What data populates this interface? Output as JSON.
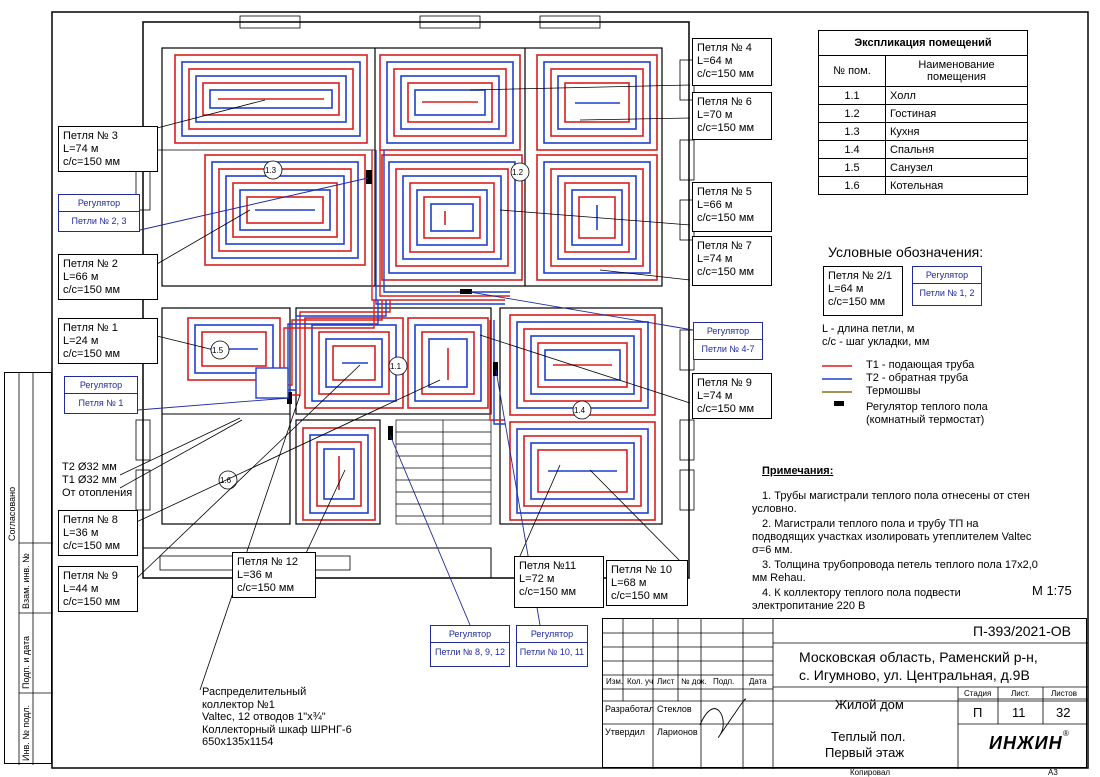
{
  "loops": [
    {
      "id": "l3",
      "title": "Петля № 3",
      "len": "L=74 м",
      "step": "с/с=150 мм"
    },
    {
      "id": "l2",
      "title": "Петля № 2",
      "len": "L=66 м",
      "step": "с/с=150 мм"
    },
    {
      "id": "l1",
      "title": "Петля № 1",
      "len": "L=24 м",
      "step": "с/с=150 мм"
    },
    {
      "id": "l8",
      "title": "Петля № 8",
      "len": "L=36 м",
      "step": "с/с=150 мм"
    },
    {
      "id": "l9a",
      "title": "Петля № 9",
      "len": "L=44 м",
      "step": "с/с=150 мм"
    },
    {
      "id": "l12",
      "title": "Петля № 12",
      "len": "L=36 м",
      "step": "с/с=150 мм"
    },
    {
      "id": "l11",
      "title": "Петля №11",
      "len": "L=72 м",
      "step": "с/с=150 мм"
    },
    {
      "id": "l10",
      "title": "Петля № 10",
      "len": "L=68 м",
      "step": "с/с=150 мм"
    },
    {
      "id": "l9b",
      "title": "Петля № 9",
      "len": "L=74 м",
      "step": "с/с=150 мм"
    },
    {
      "id": "l7",
      "title": "Петля № 7",
      "len": "L=74 м",
      "step": "с/с=150 мм"
    },
    {
      "id": "l5",
      "title": "Петля № 5",
      "len": "L=66 м",
      "step": "с/с=150 мм"
    },
    {
      "id": "l6",
      "title": "Петля № 6",
      "len": "L=70 м",
      "step": "с/с=150 мм"
    },
    {
      "id": "l4",
      "title": "Петля № 4",
      "len": "L=64 м",
      "step": "с/с=150 мм"
    }
  ],
  "regulators": {
    "r23": {
      "top": "Регулятор",
      "bottom": "Петли № 2, 3"
    },
    "r1": {
      "top": "Регулятор",
      "bottom": "Петля № 1"
    },
    "r47": {
      "top": "Регулятор",
      "bottom": "Петли № 4-7"
    },
    "r8912": {
      "top": "Регулятор",
      "bottom": "Петли № 8, 9, 12"
    },
    "r1011": {
      "top": "Регулятор",
      "bottom": "Петли № 10, 11"
    }
  },
  "room_marks": [
    "1.1",
    "1.2",
    "1.3",
    "1.4",
    "1.5",
    "1.6"
  ],
  "pipes": {
    "t2": "Т2 Ø32 мм",
    "t1": "Т1 Ø32 мм",
    "from": "От отопления"
  },
  "collector": [
    "Распределительный",
    "коллектор №1",
    "Valtec, 12 отводов 1\"x¾\"",
    "Коллекторный шкаф ШРНГ-6",
    "650x135x1154"
  ],
  "explication": {
    "title": "Экспликация помещений",
    "col_num": "№ пом.",
    "col_name": "Наименование помещения",
    "rows": [
      {
        "n": "1.1",
        "name": "Холл"
      },
      {
        "n": "1.2",
        "name": "Гостиная"
      },
      {
        "n": "1.3",
        "name": "Кухня"
      },
      {
        "n": "1.4",
        "name": "Спальня"
      },
      {
        "n": "1.5",
        "name": "Санузел"
      },
      {
        "n": "1.6",
        "name": "Котельная"
      }
    ]
  },
  "legend": {
    "title": "Условные обозначения:",
    "sample_loop": {
      "title": "Петля № 2/1",
      "len": "L=64 м",
      "step": "с/с=150 мм"
    },
    "sample_reg": {
      "top": "Регулятор",
      "bottom": "Петли № 1, 2"
    },
    "l_desc": "L - длина петли, м",
    "c_desc": "с/с - шаг укладки, мм",
    "t1": "Т1 - подающая труба",
    "t2": "Т2 - обратная труба",
    "termo": "Термошвы",
    "reg1": "Регулятор теплого пола",
    "reg2": "(комнатный термостат)",
    "colors": {
      "supply": "#d81e1e",
      "return": "#1f3fcf",
      "termo": "#8a6d1a"
    }
  },
  "notes": {
    "title": "Примечания:",
    "items": [
      "1.    Трубы магистрали теплого пола отнесены от стен условно.",
      "2.    Магистрали теплого пола и трубу ТП на подводящих участках изолировать утеплителем Valtec σ=6 мм.",
      "3.    Толщина трубопровода петель теплого пола 17x2,0 мм Rehau.",
      "4.    К коллектору теплого пола подвести электропитание 220 В"
    ]
  },
  "scale": "М 1:75",
  "stamp": {
    "code": "П-393/2021-ОВ",
    "address1": "Московская область, Раменский р-н,",
    "address2": "с. Игумново, ул. Центральная, д.9В",
    "object": "Жилой дом",
    "sheet_title1": "Теплый пол.",
    "sheet_title2": "Первый этаж",
    "h_izm": "Изм.",
    "h_kol": "Кол. уч",
    "h_list": "Лист",
    "h_doc": "№ док.",
    "h_podp": "Подп.",
    "h_date": "Дата",
    "r_dev": "Разработал",
    "dev_name": "Стеклов",
    "r_appr": "Утвердил",
    "appr_name": "Ларионов",
    "h_stage": "Стадия",
    "h_sheet": "Лист.",
    "h_sheets": "Листов",
    "stage": "П",
    "sheet": "11",
    "sheets": "32",
    "logo": "ИНЖИН",
    "copied": "Копировал",
    "format": "А3"
  },
  "side": {
    "agreed": "Согласовано",
    "inv1": "Взам. инв. №",
    "sig": "Подп. и дата",
    "inv2": "Инв. № подл."
  }
}
